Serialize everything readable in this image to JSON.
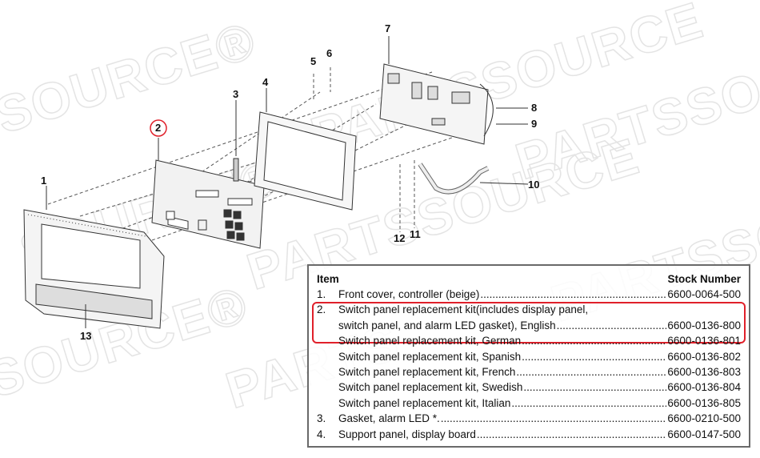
{
  "watermark": "PARTSSOURCE",
  "callouts": [
    "1",
    "2",
    "3",
    "4",
    "5",
    "6",
    "7",
    "8",
    "9",
    "10",
    "11",
    "12",
    "13"
  ],
  "highlight_color": "#e0202a",
  "table": {
    "header": {
      "item": "Item",
      "stock": "Stock Number"
    },
    "rows": [
      {
        "num": "1.",
        "desc": "Front cover, controller (beige)",
        "stock": "6600-0064-500"
      },
      {
        "num": "2.",
        "desc": "Switch panel replacement kit(includes display panel,",
        "stock": ""
      },
      {
        "num": "",
        "desc": "switch panel, and alarm LED gasket), English",
        "stock": "6600-0136-800"
      },
      {
        "num": "",
        "desc": "Switch panel replacement kit, German",
        "stock": "6600-0136-801"
      },
      {
        "num": "",
        "desc": "Switch panel replacement kit, Spanish",
        "stock": "6600-0136-802"
      },
      {
        "num": "",
        "desc": "Switch panel replacement kit, French",
        "stock": "6600-0136-803"
      },
      {
        "num": "",
        "desc": "Switch panel replacement kit, Swedish",
        "stock": "6600-0136-804"
      },
      {
        "num": "",
        "desc": "Switch panel replacement kit, Italian",
        "stock": "6600-0136-805"
      },
      {
        "num": "3.",
        "desc": "Gasket, alarm LED *.",
        "stock": "6600-0210-500"
      },
      {
        "num": "4.",
        "desc": "Support panel, display board",
        "stock": "6600-0147-500"
      }
    ]
  }
}
